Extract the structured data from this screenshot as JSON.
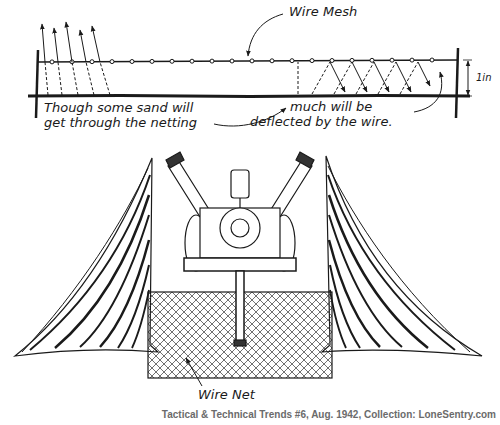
{
  "diagram": {
    "labels": [
      "Wire Mesh",
      "1in",
      "Though some sand will get through the netting",
      "much will be deflected by the wire.",
      "Wire Net",
      "Tactical & Technical Trends #6, Aug. 1942, Collection: LoneSentry.com"
    ]
  }
}
